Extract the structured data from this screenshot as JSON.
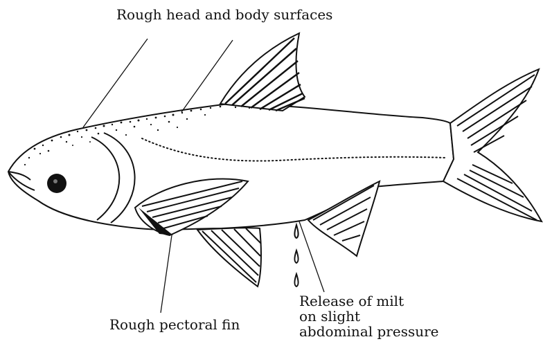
{
  "labels": {
    "rough_head": "Rough head and body surfaces",
    "rough_pectoral": "Rough pectoral fin",
    "milt_release": [
      "Release of milt",
      "on slight",
      "abdominal pressure"
    ]
  },
  "colors": {
    "ink": "#111111",
    "background": "#ffffff"
  },
  "icons": {
    "fish": "fish-illustration",
    "milt_drops": "droplet-icon"
  }
}
